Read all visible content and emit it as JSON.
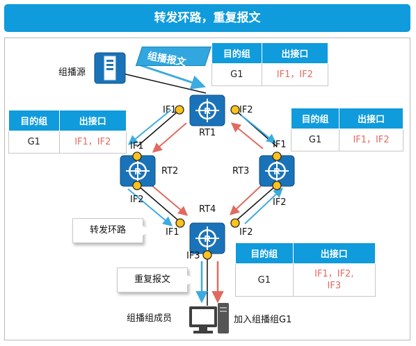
{
  "title": "转发环路，重复报文",
  "table_headers": {
    "group": "目的组",
    "out_if": "出接口"
  },
  "tables": {
    "rt1": {
      "group": "G1",
      "out_if": "IF1，IF2"
    },
    "rt2": {
      "group": "G1",
      "out_if": "IF1，IF2"
    },
    "rt3": {
      "group": "G1",
      "out_if": "IF1，IF2"
    },
    "rt4": {
      "group": "G1",
      "out_if_line1": "IF1，IF2,",
      "out_if_line2": "IF3"
    }
  },
  "routers": {
    "rt1": {
      "name": "RT1",
      "if1": "IF1",
      "if2": "IF2"
    },
    "rt2": {
      "name": "RT2",
      "if1": "IF1",
      "if2": "IF2"
    },
    "rt3": {
      "name": "RT3",
      "if1": "IF1",
      "if2": "IF2"
    },
    "rt4": {
      "name": "RT4",
      "if1": "IF1",
      "if2": "IF2",
      "if3": "IF3"
    }
  },
  "labels": {
    "source": "组播源",
    "multicast_packet": "组播报文",
    "forward_loop": "转发环路",
    "duplicate_packet": "重复报文",
    "member": "组播组成员",
    "join_group": "加入组播组G1"
  },
  "colors": {
    "accent": "#0f9bdc",
    "router": "#1a73b8",
    "port": "#ffc21a",
    "arrow_blue": "#3cabdf",
    "arrow_red": "#e06a60",
    "if_text": "#e46a62"
  }
}
